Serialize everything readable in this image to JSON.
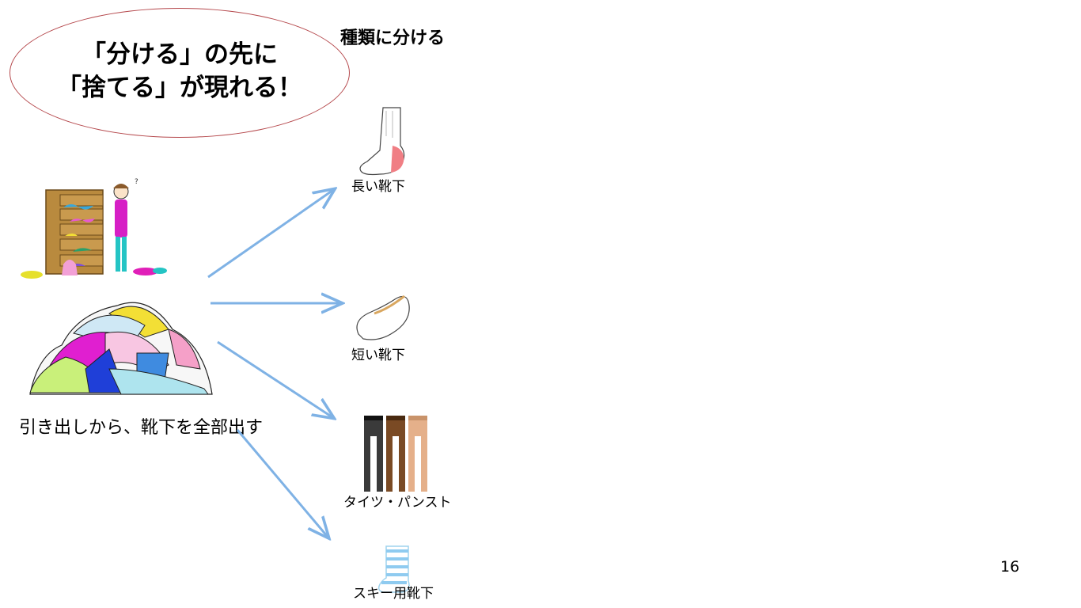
{
  "bubble": {
    "line1": "「分ける」の先に",
    "line2": "「捨てる」が現れる！",
    "border_color": "#b5484c"
  },
  "heading": "種類に分ける",
  "source_caption": "引き出しから、靴下を全部出す",
  "arrow_color": "#7fb2e5",
  "categories": [
    {
      "label": "長い靴下",
      "icon": "long-sock-icon"
    },
    {
      "label": "短い靴下",
      "icon": "short-sock-icon"
    },
    {
      "label": "タイツ・パンスト",
      "icon": "tights-icon"
    },
    {
      "label": "スキー用靴下",
      "icon": "ski-sock-icon"
    }
  ],
  "page_number": "16"
}
